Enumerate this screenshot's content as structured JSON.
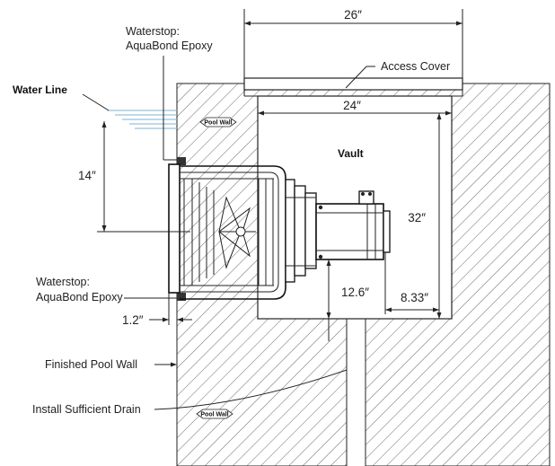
{
  "labels": {
    "waterstop_top_1": "Waterstop:",
    "waterstop_top_2": "AquaBond Epoxy",
    "water_line": "Water Line",
    "waterstop_bottom_1": "Waterstop:",
    "waterstop_bottom_2": "AquaBond Epoxy",
    "finished_pool_wall": "Finished Pool Wall",
    "install_drain": "Install Sufficient Drain",
    "access_cover": "Access Cover",
    "vault": "Vault",
    "pool_wall_tag_top": "Pool Wall",
    "pool_wall_tag_bottom": "Pool Wall"
  },
  "dimensions": {
    "top_width": "26″",
    "inner_width": "24″",
    "water_depth": "14″",
    "vault_height": "32″",
    "motor_height": "12.6″",
    "motor_offset": "8.33″",
    "flange": "1.2″"
  }
}
